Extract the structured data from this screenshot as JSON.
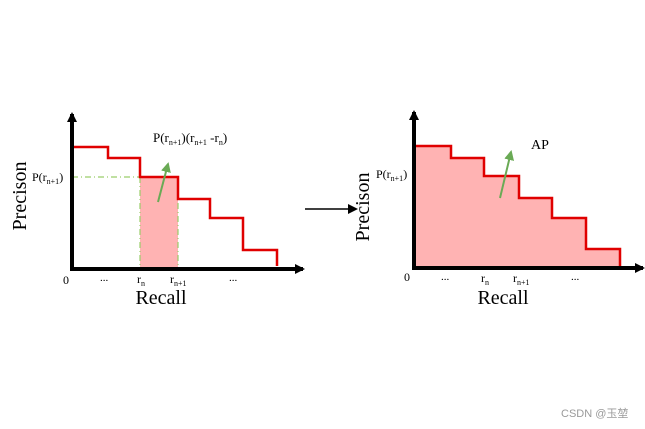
{
  "left_panel": {
    "x_label": "Recall",
    "y_label": "Precison",
    "origin": "0",
    "y_tick": {
      "base": "P(r",
      "sub": "n+1",
      "close": ")"
    },
    "x_ticks": {
      "dots1": "...",
      "rn": "r",
      "rn_sub": "n",
      "rn1": "r",
      "rn1_sub": "n+1",
      "dots2": "..."
    },
    "annotation": {
      "p1": "P(r",
      "sub1": "n+1",
      "p2": ")(r",
      "sub2": "n+1",
      "p3": " -r",
      "sub3": "n",
      "p4": ")"
    }
  },
  "right_panel": {
    "x_label": "Recall",
    "y_label": "Precison",
    "origin": "0",
    "y_tick": {
      "base": "P(r",
      "sub": "n+1",
      "close": ")"
    },
    "x_ticks": {
      "dots1": "...",
      "rn": "r",
      "rn_sub": "n",
      "rn1": "r",
      "rn1_sub": "n+1",
      "dots2": "..."
    },
    "annotation": "AP"
  },
  "watermark": "CSDN @玉堃",
  "colors": {
    "curve": "#e00000",
    "fill": "#ffb3b3",
    "arrow": "#6aaa55",
    "guide": "#9acd6a",
    "axis": "#000000"
  }
}
